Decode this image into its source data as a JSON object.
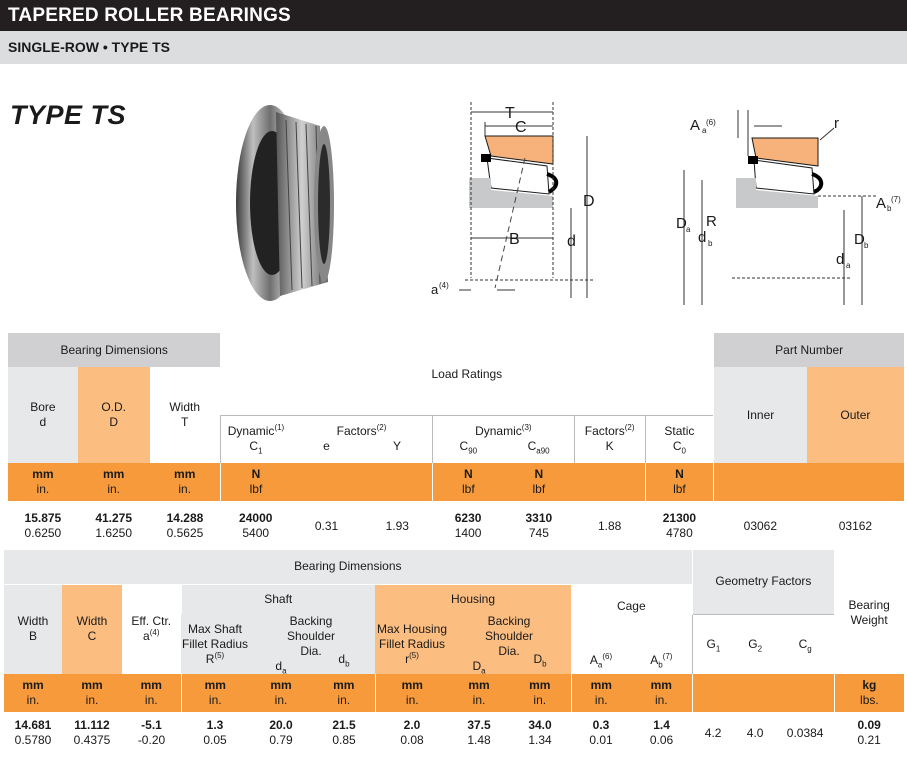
{
  "header": {
    "title": "TAPERED ROLLER BEARINGS",
    "subtitle": "SINGLE-ROW • TYPE TS"
  },
  "type_title": "TYPE TS",
  "diagram": {
    "labels": {
      "T": "T",
      "C": "C",
      "B": "B",
      "D": "D",
      "d": "d",
      "a": "a",
      "a_sup": "(4)",
      "Aa": "A",
      "Aa_sub": "a",
      "Aa_sup": "(6)",
      "r": "r",
      "R": "R",
      "Ab": "A",
      "Ab_sub": "b",
      "Ab_sup": "(7)",
      "Da": "D",
      "Da_sub": "a",
      "db": "d",
      "db_sub": "b",
      "Db": "D",
      "Db_sub": "b",
      "da": "d",
      "da_sub": "a"
    },
    "colors": {
      "cup": "#f6b27a",
      "cone": "#c8c9cb",
      "dash": "#444444"
    }
  },
  "table1": {
    "group_bearing_dims": "Bearing Dimensions",
    "group_load": "Load Ratings",
    "group_part": "Part Number",
    "bore": {
      "line1": "Bore",
      "line2": "d"
    },
    "od": {
      "line1": "O.D.",
      "line2": "D"
    },
    "width": {
      "line1": "Width",
      "line2": "T"
    },
    "dynamic1": {
      "label": "Dynamic",
      "sup": "(1)",
      "sym": "C",
      "sub": "1"
    },
    "factors1": {
      "label": "Factors",
      "sup": "(2)",
      "e": "e",
      "Y": "Y"
    },
    "dynamic3": {
      "label": "Dynamic",
      "sup": "(3)",
      "c90": "C",
      "c90_sub": "90",
      "ca90": "C",
      "ca90_sub": "a90"
    },
    "factors2": {
      "label": "Factors",
      "sup": "(2)",
      "K": "K"
    },
    "static": {
      "label": "Static",
      "sym": "C",
      "sub": "0"
    },
    "inner": "Inner",
    "outer": "Outer",
    "units": {
      "mm": "mm",
      "in": "in.",
      "N": "N",
      "lbf": "lbf"
    },
    "row": {
      "bore_mm": "15.875",
      "bore_in": "0.6250",
      "od_mm": "41.275",
      "od_in": "1.6250",
      "width_mm": "14.288",
      "width_in": "0.5625",
      "c1_n": "24000",
      "c1_lbf": "5400",
      "e": "0.31",
      "Y": "1.93",
      "c90_n": "6230",
      "c90_lbf": "1400",
      "ca90_n": "3310",
      "ca90_lbf": "745",
      "K": "1.88",
      "c0_n": "21300",
      "c0_lbf": "4780",
      "inner": "03062",
      "outer": "03162"
    }
  },
  "table2": {
    "group_bearing_dims": "Bearing Dimensions",
    "group_geometry": "Geometry Factors",
    "bearing_weight": {
      "line1": "Bearing",
      "line2": "Weight"
    },
    "shaft": "Shaft",
    "housing": "Housing",
    "cage": "Cage",
    "width_b": {
      "line1": "Width",
      "line2": "B"
    },
    "width_c": {
      "line1": "Width",
      "line2": "C"
    },
    "eff_ctr": {
      "line1": "Eff. Ctr.",
      "line2": "a",
      "sup": "(4)"
    },
    "max_shaft": {
      "line1": "Max Shaft",
      "line2": "Fillet Radius",
      "line3": "R",
      "sup": "(5)"
    },
    "backing_shaft": {
      "line1": "Backing",
      "line2": "Shoulder Dia.",
      "da": "d",
      "da_sub": "a",
      "db": "d",
      "db_sub": "b"
    },
    "max_housing": {
      "line1": "Max Housing",
      "line2": "Fillet Radius",
      "line3": "r",
      "sup": "(5)"
    },
    "backing_housing": {
      "line1": "Backing",
      "line2": "Shoulder Dia.",
      "Da": "D",
      "Da_sub": "a",
      "Db": "D",
      "Db_sub": "b"
    },
    "cage_aa": {
      "sym": "A",
      "sub": "a",
      "sup": "(6)"
    },
    "cage_ab": {
      "sym": "A",
      "sub": "b",
      "sup": "(7)"
    },
    "g1": {
      "sym": "G",
      "sub": "1"
    },
    "g2": {
      "sym": "G",
      "sub": "2"
    },
    "cg": {
      "sym": "C",
      "sub": "g"
    },
    "units": {
      "mm": "mm",
      "in": "in.",
      "kg": "kg",
      "lbs": "lbs."
    },
    "row": {
      "B_mm": "14.681",
      "B_in": "0.5780",
      "C_mm": "11.112",
      "C_in": "0.4375",
      "a_mm": "-5.1",
      "a_in": "-0.20",
      "R_mm": "1.3",
      "R_in": "0.05",
      "da_mm": "20.0",
      "da_in": "0.79",
      "db_mm": "21.5",
      "db_in": "0.85",
      "r_mm": "2.0",
      "r_in": "0.08",
      "Da_mm": "37.5",
      "Da_in": "1.48",
      "Db_mm": "34.0",
      "Db_in": "1.34",
      "Aa_mm": "0.3",
      "Aa_in": "0.01",
      "Ab_mm": "1.4",
      "Ab_in": "0.06",
      "G1": "4.2",
      "G2": "4.0",
      "Cg": "0.0384",
      "wt_kg": "0.09",
      "wt_lbs": "0.21"
    }
  }
}
